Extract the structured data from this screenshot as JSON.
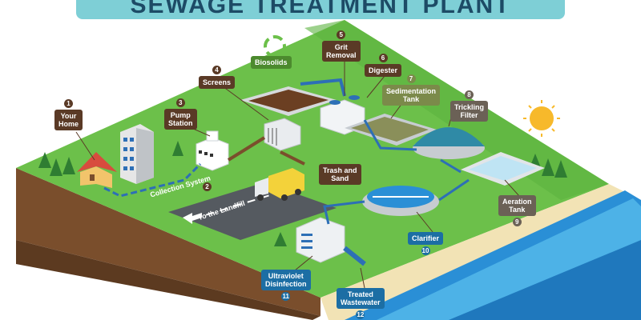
{
  "title": "SEWAGE TREATMENT PLANT",
  "labels": {
    "your_home": {
      "num": "1",
      "text": "Your\nHome"
    },
    "collection_system": {
      "num": "2",
      "text": "Collection System"
    },
    "pump_station": {
      "num": "3",
      "text": "Pump\nStation"
    },
    "screens": {
      "num": "4",
      "text": "Screens"
    },
    "grit_removal": {
      "num": "5",
      "text": "Grit\nRemoval"
    },
    "digester": {
      "num": "6",
      "text": "Digester"
    },
    "sedimentation_tank": {
      "num": "7",
      "text": "Sedimentation\nTank"
    },
    "trickling_filter": {
      "num": "8",
      "text": "Trickling\nFilter"
    },
    "aeration_tank": {
      "num": "9",
      "text": "Aeration\nTank"
    },
    "clarifier": {
      "num": "10",
      "text": "Clarifier"
    },
    "ultraviolet_disinfection": {
      "num": "11",
      "text": "Ultraviolet\nDisinfection"
    },
    "treated_wastewater": {
      "num": "12",
      "text": "Treated\nWastewater"
    },
    "biosolids": {
      "text": "Biosolids"
    },
    "trash_and_sand": {
      "text": "Trash and\nSand"
    },
    "to_the_landfill": {
      "text": "To the Landfill"
    }
  },
  "colors": {
    "grass": "#6cc04a",
    "grass_dark": "#4e9a34",
    "soil": "#7a4e2c",
    "soil_dark": "#5c3a20",
    "water": "#2a8fd6",
    "water_light": "#5cc0ee",
    "sand": "#f2e3b5",
    "pipe": "#2d6fb6",
    "sludge_pipe": "#7a4e2c",
    "label_brown": "#5a3a26",
    "label_blue": "#1c6ea4",
    "title_bg": "#7ecfd6",
    "title_text": "#1d4b66",
    "sun": "#f7b92b"
  }
}
